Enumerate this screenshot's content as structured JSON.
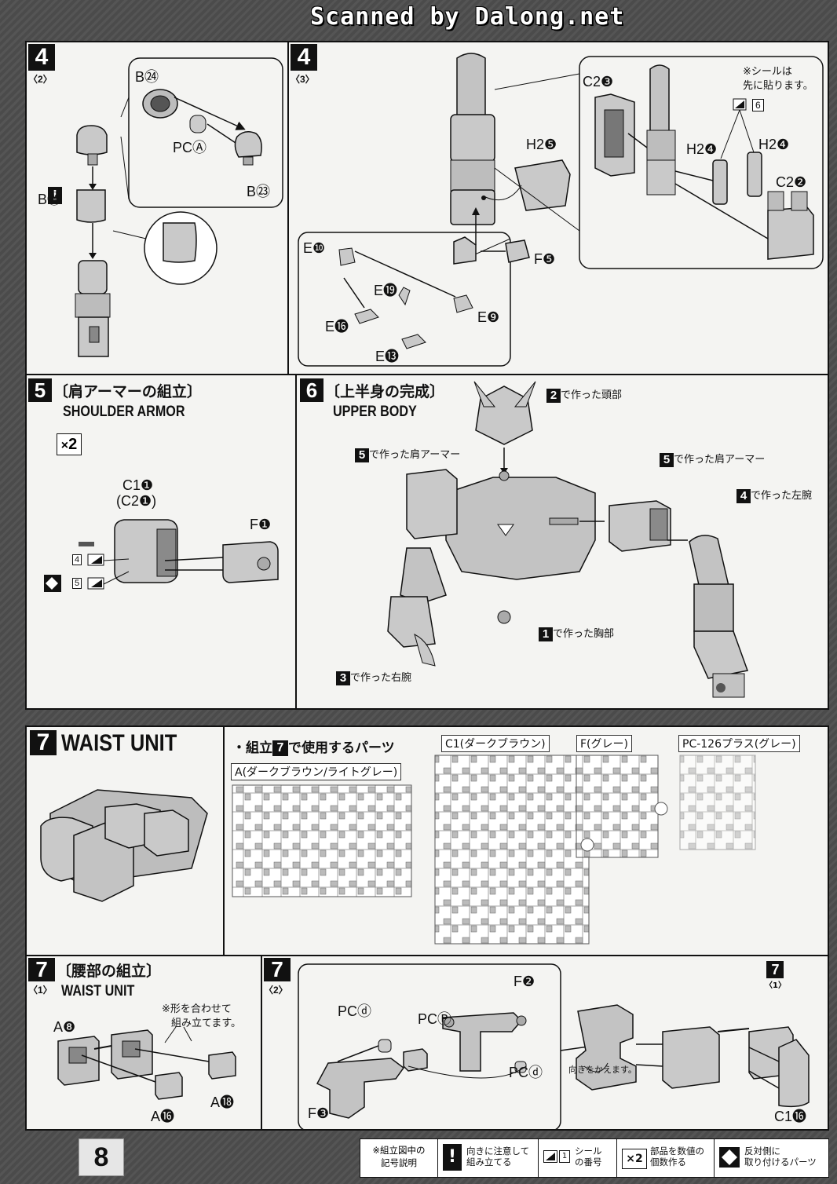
{
  "scan_banner": "Scanned by Dalong.net",
  "page_number": "8",
  "step4_2": {
    "num": "4",
    "sub": "〈2〉",
    "parts": [
      "B㉔",
      "PCⒶ",
      "B㉓",
      "B⑳"
    ]
  },
  "step4_3": {
    "num": "4",
    "sub": "〈3〉",
    "note": [
      "※シールは",
      "先に貼ります。"
    ],
    "sticker": "6",
    "parts": [
      "C2❸",
      "H2❺",
      "H2❹",
      "H2❹",
      "C2❷",
      "F❺",
      "E❿",
      "E⓳",
      "E❾",
      "E⓰",
      "E⓭"
    ]
  },
  "step5": {
    "num": "5",
    "jp": "〔肩アーマーの組立〕",
    "en": "SHOULDER ARMOR",
    "multiplier": "2",
    "parts": [
      "C1❶",
      "(C2❶)",
      "F❶"
    ],
    "stickers": [
      "4",
      "5"
    ]
  },
  "step6": {
    "num": "6",
    "jp": "〔上半身の完成〕",
    "en": "UPPER BODY",
    "refs": [
      {
        "n": "2",
        "text": "で作った頭部"
      },
      {
        "n": "5",
        "text": "で作った肩アーマー"
      },
      {
        "n": "5",
        "text": "で作った肩アーマー"
      },
      {
        "n": "4",
        "text": "で作った左腕"
      },
      {
        "n": "1",
        "text": "で作った胸部"
      },
      {
        "n": "3",
        "text": "で作った右腕"
      }
    ]
  },
  "step7_header": {
    "num": "7",
    "en": "WAIST UNIT",
    "parts_title_pre": "・組立",
    "parts_title_num": "7",
    "parts_title_post": "で使用するパーツ",
    "runners": [
      "A(ダークブラウン/ライトグレー)",
      "C1(ダークブラウン)",
      "F(グレー)",
      "PC-126プラス(グレー)"
    ]
  },
  "step7_1": {
    "num": "7",
    "sub": "〈1〉",
    "jp": "〔腰部の組立〕",
    "en": "WAIST UNIT",
    "note": [
      "※形を合わせて",
      "組み立てます。"
    ],
    "parts": [
      "A❽",
      "A⓲",
      "A⓰"
    ]
  },
  "step7_2": {
    "num": "7",
    "sub": "〈2〉",
    "parts": [
      "F❷",
      "PCⓓ",
      "PCⓅ",
      "PCⓓ",
      "F❸",
      "C1⓰"
    ],
    "ref_num": "7",
    "ref_sub": "〈1〉",
    "turn_note": "向きをかえます。"
  },
  "legend": {
    "title": [
      "※組立図中の",
      "記号説明"
    ],
    "items": [
      {
        "icon": "!",
        "text": [
          "向きに注意して",
          "組み立てる"
        ]
      },
      {
        "icon": "1",
        "text": [
          "シール",
          "の番号"
        ]
      },
      {
        "icon": "×2",
        "text": [
          "部品を数値の",
          "個数作る"
        ]
      },
      {
        "icon": "◆",
        "text": [
          "反対側に",
          "取り付けるパーツ"
        ]
      }
    ]
  }
}
